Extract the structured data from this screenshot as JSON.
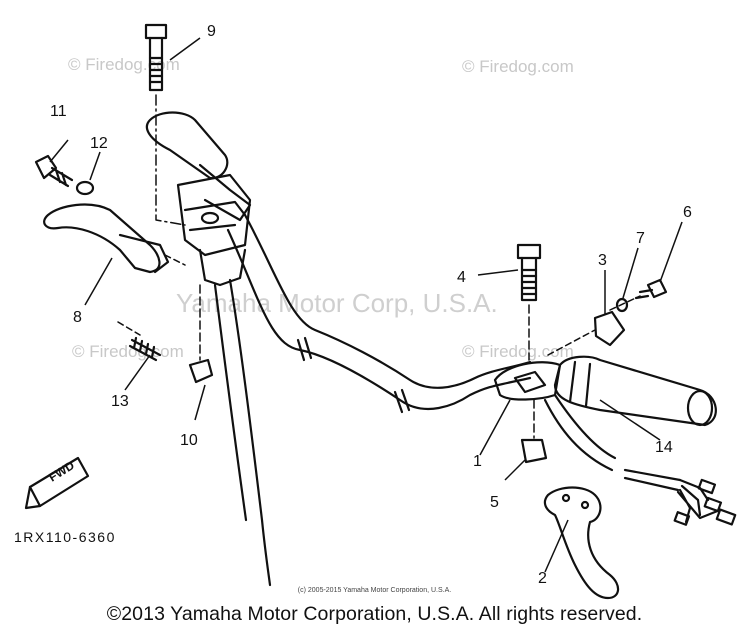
{
  "watermarks": {
    "site_top_left": "© Firedog.com",
    "site_top_right": "© Firedog.com",
    "site_mid_left": "© Firedog.com",
    "site_mid_right": "© Firedog.com",
    "center": "Yamaha Motor Corp, U.S.A."
  },
  "diagram": {
    "part_code": "1RX110-6360",
    "fwd_arrow": "FWD",
    "callouts": [
      "1",
      "2",
      "3",
      "4",
      "5",
      "6",
      "7",
      "8",
      "9",
      "10",
      "11",
      "12",
      "13",
      "14"
    ]
  },
  "copyright_small": "(c) 2005-2015 Yamaha Motor Corporation, U.S.A.",
  "copyright_footer": "©2013 Yamaha Motor Corporation, U.S.A. All rights reserved."
}
